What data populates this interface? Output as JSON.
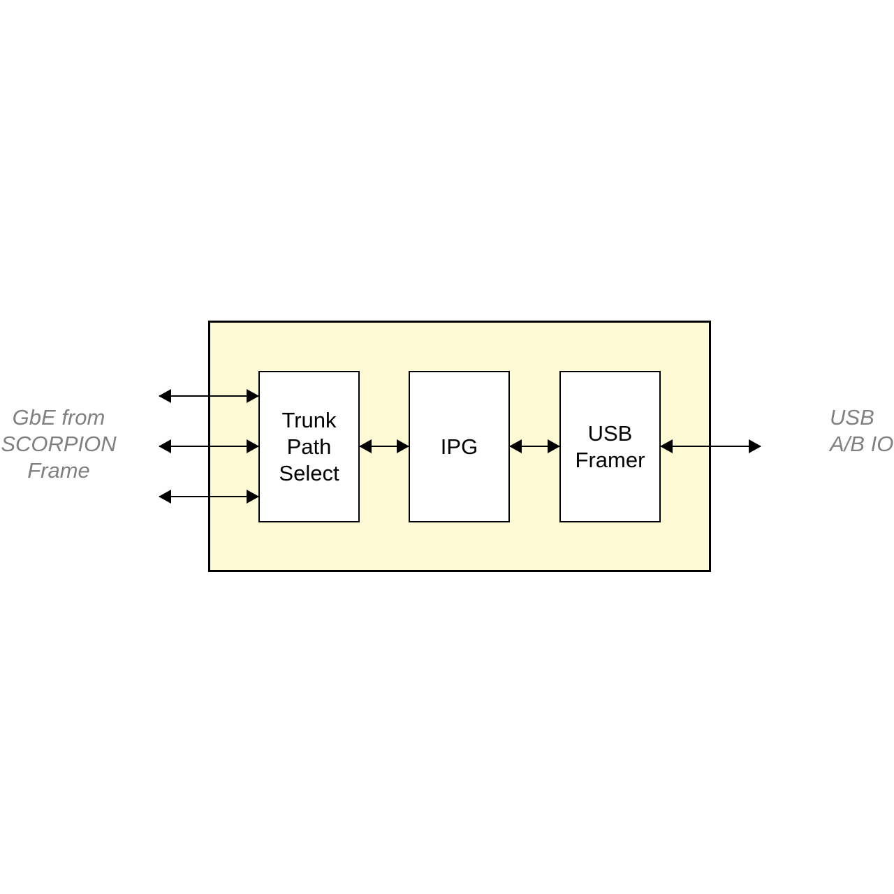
{
  "diagram": {
    "blocks": {
      "trunk": "Trunk\nPath\nSelect",
      "ipg": "IPG",
      "usb": "USB\nFramer"
    },
    "labels": {
      "left": "GbE from\nSCORPION\nFrame",
      "right": "USB\nA/B IO"
    },
    "colors": {
      "container_fill": "#fffad6",
      "label_text": "#808080",
      "line": "#000000"
    }
  }
}
